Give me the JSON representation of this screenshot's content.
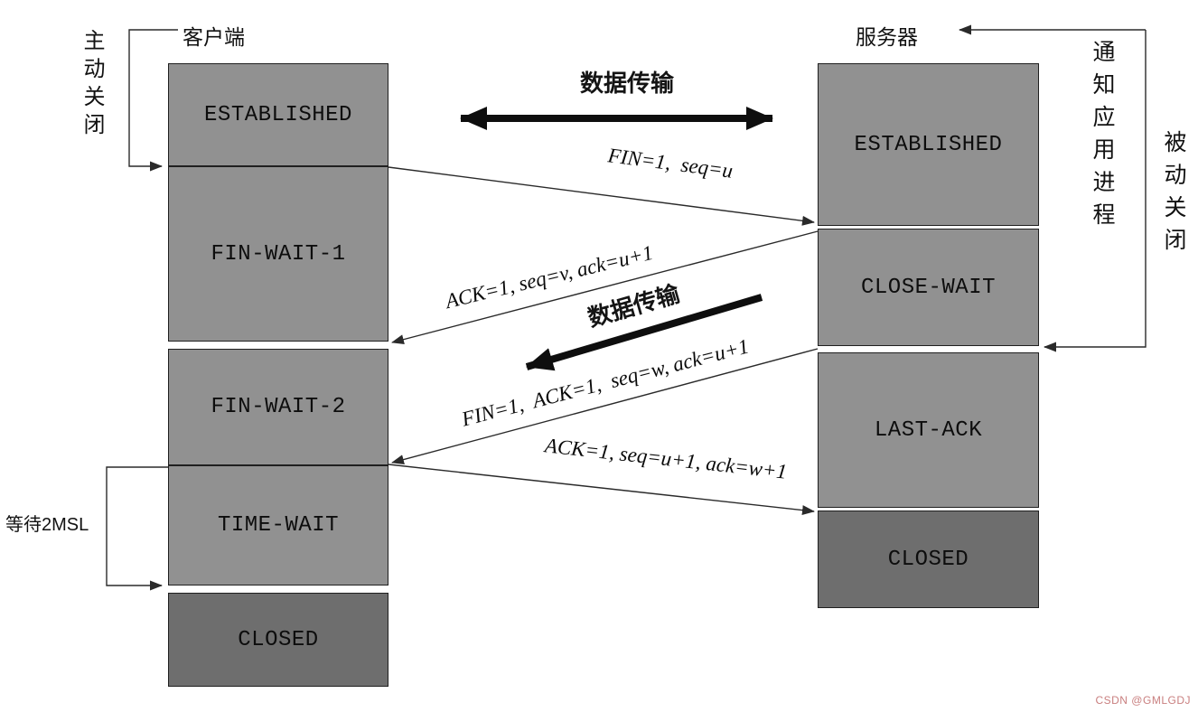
{
  "client": {
    "title": "客户端",
    "states": [
      {
        "label": "ESTABLISHED"
      },
      {
        "label": "FIN-WAIT-1"
      },
      {
        "label": "FIN-WAIT-2"
      },
      {
        "label": "TIME-WAIT"
      },
      {
        "label": "CLOSED"
      }
    ]
  },
  "server": {
    "title": "服务器",
    "states": [
      {
        "label": "ESTABLISHED"
      },
      {
        "label": "CLOSE-WAIT"
      },
      {
        "label": "LAST-ACK"
      },
      {
        "label": "CLOSED"
      }
    ]
  },
  "annotations": {
    "active_close": "主动关闭",
    "notify_app": "通知应用进程",
    "passive_close": "被动关闭",
    "wait_2msl": "等待2MSL",
    "data_transfer_top": "数据传输",
    "data_transfer_mid": "数据传输"
  },
  "messages": [
    {
      "label": "FIN=1,  seq=u"
    },
    {
      "label": "ACK=1, seq=v, ack=u+1"
    },
    {
      "label": "FIN=1,  ACK=1,  seq=w, ack=u+1"
    },
    {
      "label": "ACK=1, seq=u+1, ack=w+1"
    }
  ],
  "watermark": "CSDN @GMLGDJ",
  "colors": {
    "box_gray": "#919191",
    "box_dark": "#6e6e6e",
    "watermark": "#c97f7f"
  }
}
